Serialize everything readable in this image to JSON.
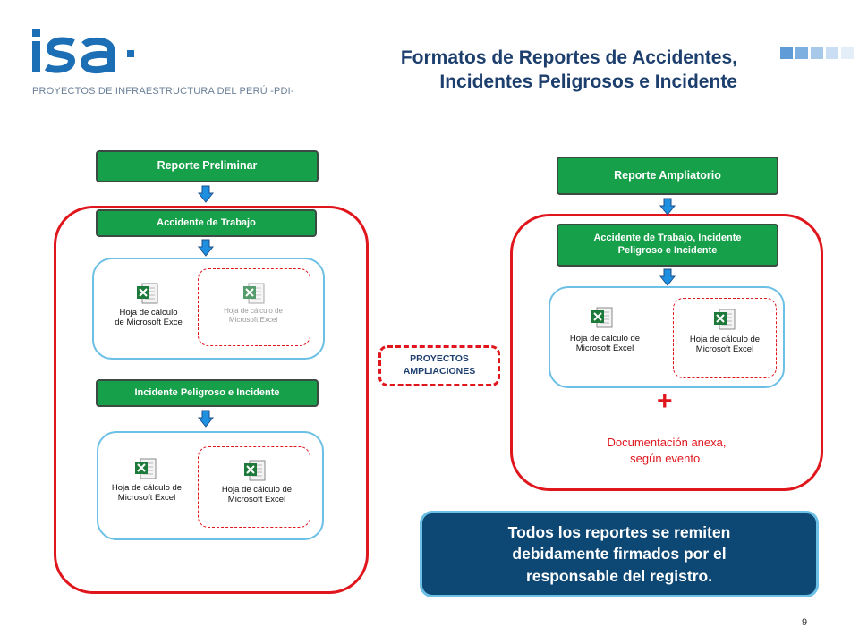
{
  "header": {
    "logo_text": "isa",
    "logo_subtitle": "PROYECTOS DE INFRAESTRUCTURA DEL PERÚ -PDI-",
    "title_line1": "Formatos de Reportes de Accidentes,",
    "title_line2": "Incidentes Peligrosos e Incidente"
  },
  "left": {
    "header": "Reporte Preliminar",
    "section1": "Accidente de Trabajo",
    "section1_files": [
      "Hoja de cálculo de Microsoft Exce",
      "Hoja de cálculo de Microsoft Excel"
    ],
    "section2": "Incidente Peligroso e Incidente",
    "section2_files": [
      "Hoja de cálculo de Microsoft Excel",
      "Hoja de cálculo de Microsoft Excel"
    ]
  },
  "middle": {
    "line1": "PROYECTOS",
    "line2": "AMPLIACIONES"
  },
  "right": {
    "header": "Reporte Ampliatorio",
    "section_line1": "Accidente de Trabajo, Incidente",
    "section_line2": "Peligroso e Incidente",
    "files": [
      "Hoja de cálculo de Microsoft Excel",
      "Hoja de cálculo de Microsoft Excel"
    ],
    "plus": "+",
    "doc_line1": "Documentación anexa,",
    "doc_line2": "según evento."
  },
  "note": {
    "line1": "Todos los reportes se remiten",
    "line2": "debidamente firmados por el",
    "line3": "responsable del registro."
  },
  "page_number": "9",
  "colors": {
    "brand_blue": "#1d6fb5",
    "title_navy": "#1d3f6e",
    "header_green": "#17a04a",
    "frame_red": "#e0161d",
    "box_light_blue": "#6cc0e5",
    "note_navy": "#0d4774"
  }
}
